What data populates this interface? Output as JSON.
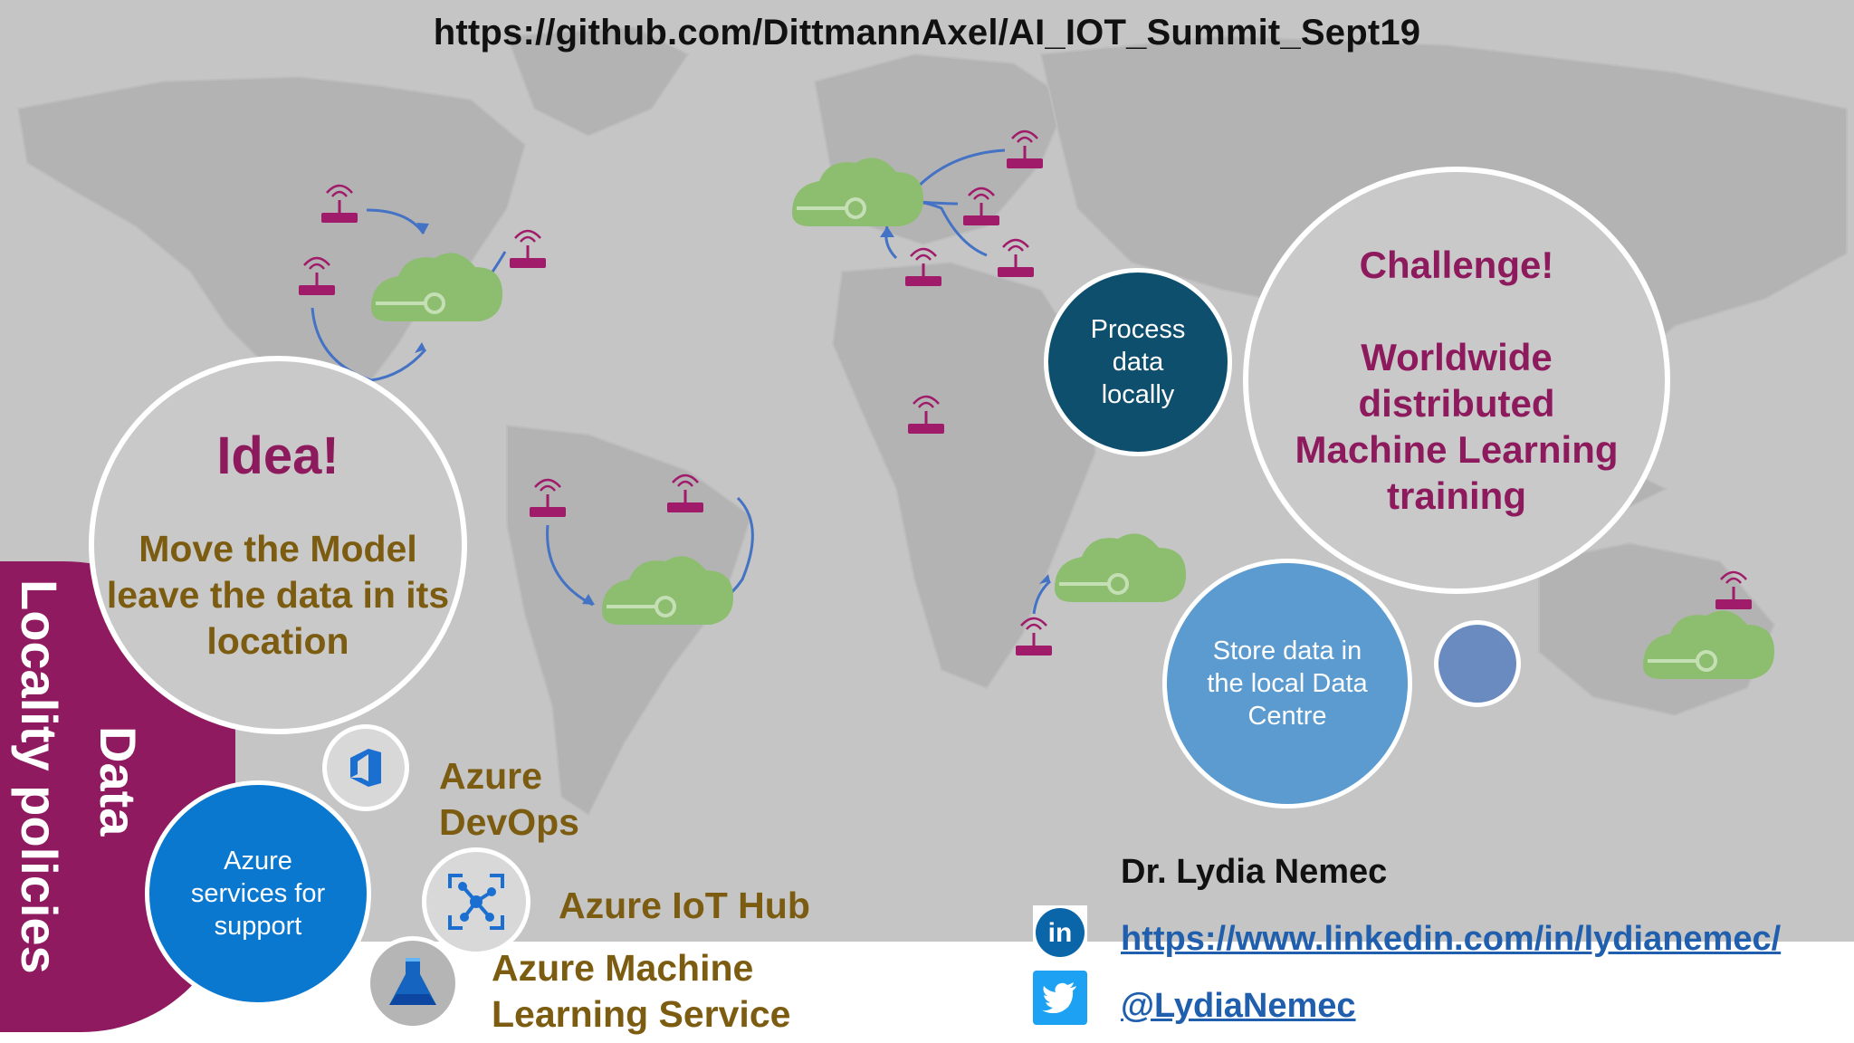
{
  "header": {
    "url": "https://github.com/DittmannAxel/AI_IOT_Summit_Sept19"
  },
  "idea_bubble": {
    "title": "Idea!",
    "body": "Move the Model\nleave the data in its\nlocation"
  },
  "challenge_bubble": {
    "title": "Challenge!",
    "body": "Worldwide\ndistributed\nMachine Learning\ntraining"
  },
  "process_bubble": {
    "text": "Process\ndata\nlocally"
  },
  "store_bubble": {
    "text": "Store data in\nthe local Data\nCentre"
  },
  "support_bubble": {
    "text": "Azure\nservices for\nsupport"
  },
  "side_banner": {
    "line1": "Data",
    "line2": "Locality policies"
  },
  "services": [
    {
      "label": "Azure\nDevOps",
      "icon": "azure-devops-icon"
    },
    {
      "label": "Azure IoT Hub",
      "icon": "azure-iot-hub-icon"
    },
    {
      "label": "Azure Machine\nLearning Service",
      "icon": "azure-machine-learning-icon"
    }
  ],
  "contact": {
    "name": "Dr. Lydia Nemec",
    "linkedin": "https://www.linkedin.com/in/lydianemec/",
    "twitter": "@LydiaNemec"
  },
  "colors": {
    "map_background": "#c5c5c5",
    "land": "#b0b0b0",
    "magenta": "#8f1a60",
    "olive": "#7c5c10",
    "dark_teal": "#0f4f6e",
    "light_blue": "#5b9bd0",
    "azure_blue": "#0b78d0",
    "cloud_green": "#8dbd6e",
    "router_pink": "#a01b6a",
    "arrow_blue": "#4472c4",
    "link_blue": "#1f5fae"
  }
}
